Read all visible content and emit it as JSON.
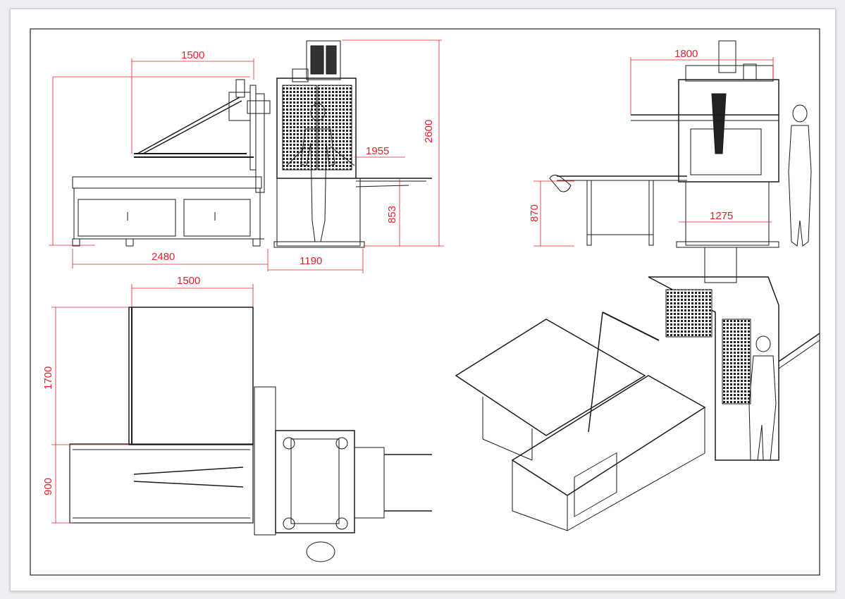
{
  "drawing": {
    "dimensions": {
      "side_frame_width": "1500",
      "side_total_length": "2480",
      "side_cabin_depth": "1190",
      "side_total_height": "2600",
      "side_table_height": "853",
      "side_outfeed_length": "1955",
      "front_width": "1800",
      "front_table_height": "870",
      "front_cabin_width": "1275",
      "top_frame_width": "1500",
      "top_frame_depth": "1700",
      "top_bed_depth": "900"
    },
    "colors": {
      "line": "#1a1a1a",
      "dimension": "#e8202a",
      "frame": "#222222",
      "paper": "#ffffff"
    }
  }
}
